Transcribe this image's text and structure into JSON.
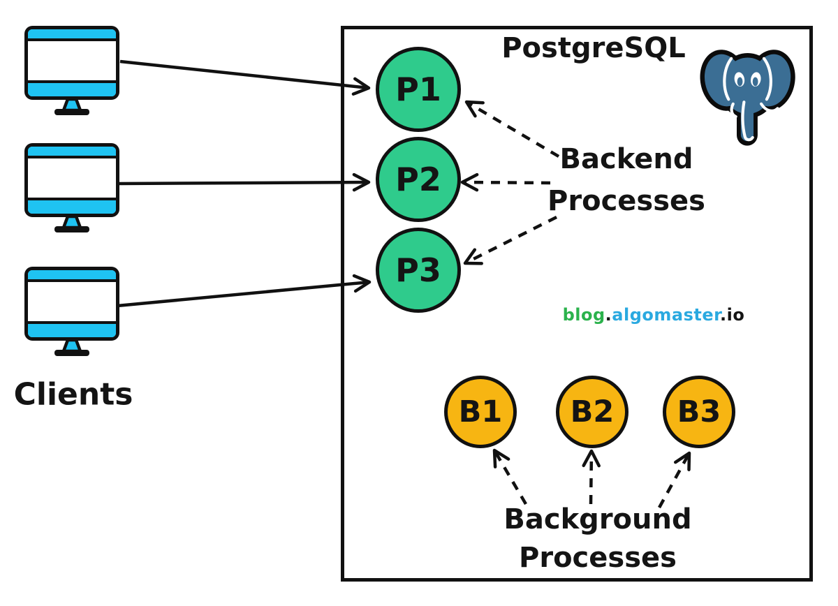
{
  "title": "PostgreSQL",
  "clients_label": "Clients",
  "backend_processes": {
    "caption": [
      "Backend",
      "Processes"
    ],
    "nodes": [
      {
        "label": "P1"
      },
      {
        "label": "P2"
      },
      {
        "label": "P3"
      }
    ]
  },
  "background_processes": {
    "caption": [
      "Background",
      "Processes"
    ],
    "nodes": [
      {
        "label": "B1"
      },
      {
        "label": "B2"
      },
      {
        "label": "B3"
      }
    ]
  },
  "watermark": {
    "blog": "blog",
    "dot1": ".",
    "site": "algomaster",
    "dot2": ".",
    "tld": "io"
  },
  "icons": {
    "clients": "desktop-monitor-icon",
    "logo": "postgresql-elephant-logo"
  },
  "colors": {
    "backend_node_fill": "#2FCB8C",
    "background_node_fill": "#F7B512",
    "client_monitor_accent": "#1FC3F2",
    "logo_blue": "#3B6E94",
    "watermark_green": "#2BB24C",
    "watermark_blue": "#2AA9E0",
    "outline": "#111111"
  }
}
